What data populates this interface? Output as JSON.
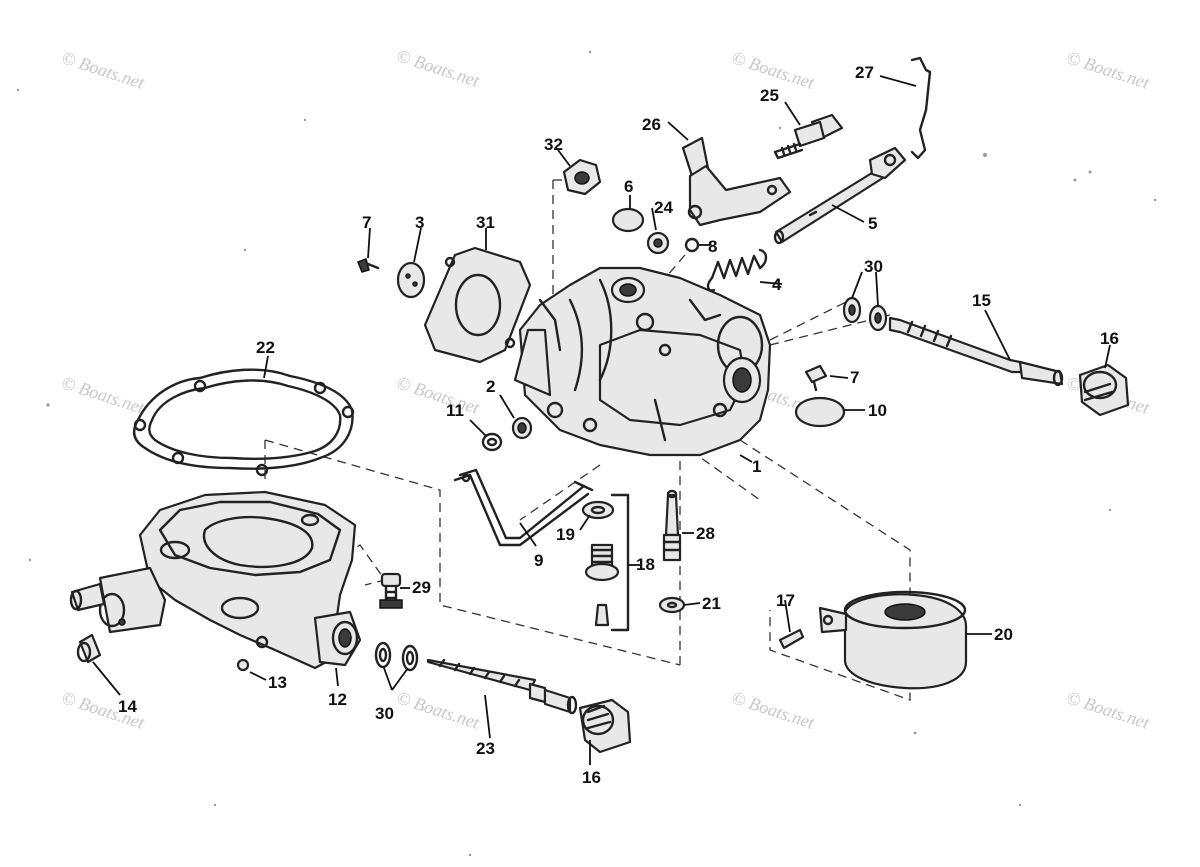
{
  "watermark_text": "© Boats.net",
  "colors": {
    "ink": "#222222",
    "fill": "#e8e8e8",
    "watermark": "#c8c8c8"
  },
  "labels": {
    "p1": "1",
    "p2": "2",
    "p3": "3",
    "p4": "4",
    "p5": "5",
    "p6": "6",
    "p7a": "7",
    "p7b": "7",
    "p8": "8",
    "p9": "9",
    "p10": "10",
    "p11": "11",
    "p12": "12",
    "p13": "13",
    "p14": "14",
    "p15": "15",
    "p16a": "16",
    "p16b": "16",
    "p17": "17",
    "p18": "18",
    "p19": "19",
    "p20": "20",
    "p21": "21",
    "p22": "22",
    "p23": "23",
    "p24": "24",
    "p25": "25",
    "p26": "26",
    "p27": "27",
    "p28": "28",
    "p29": "29",
    "p30a": "30",
    "p30b": "30",
    "p31": "31",
    "p32": "32"
  }
}
